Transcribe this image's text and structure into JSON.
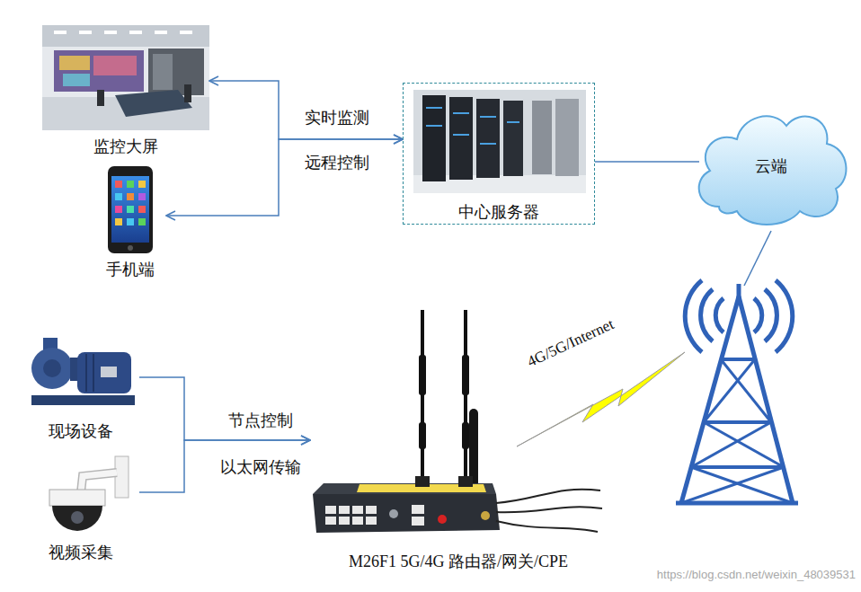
{
  "diagram": {
    "nodes": [
      {
        "text": [
          "监控大屏"
        ]
      },
      {
        "text": [
          "手机端"
        ]
      },
      {
        "text": [
          "中心服务器"
        ]
      },
      {
        "text": [
          "云端"
        ]
      },
      {
        "text": [
          "现场设备"
        ]
      },
      {
        "text": [
          "视频采集"
        ]
      },
      {
        "text": [
          "M26F1 5G/4G 路由器/网关/CPE"
        ]
      }
    ],
    "edges": [
      {
        "from": 2,
        "to": 0,
        "arrow": "both",
        "label": "实时监测"
      },
      {
        "from": 2,
        "to": 1,
        "arrow": "both",
        "label": "远程控制"
      },
      {
        "from": 2,
        "to": 3,
        "arrow": "none"
      },
      {
        "from": 4,
        "to": 6,
        "arrow": "to",
        "label": "节点控制"
      },
      {
        "from": 5,
        "to": 6,
        "arrow": "to",
        "label": "以太网传输"
      }
    ],
    "labels": [
      "4G/5G/Internet",
      "https://blog.csdn.net/weixin_48039531"
    ]
  }
}
